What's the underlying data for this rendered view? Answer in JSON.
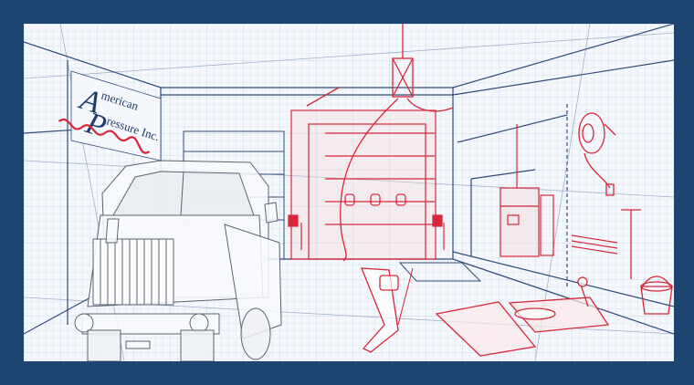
{
  "logo": {
    "initial_a": "A",
    "line1": "merican",
    "initial_p": "P",
    "line2": "ressure Inc."
  },
  "colors": {
    "frame": "#1e4470",
    "blueprint_line": "#2f4c7a",
    "accent_red": "#d8263a",
    "grid": "#dfe6ef"
  },
  "icons": [
    "truck-icon",
    "garage-door-icon",
    "hose-reel-icon",
    "bucket-icon",
    "vehicle-lift-icon",
    "pressure-washer-icon"
  ]
}
